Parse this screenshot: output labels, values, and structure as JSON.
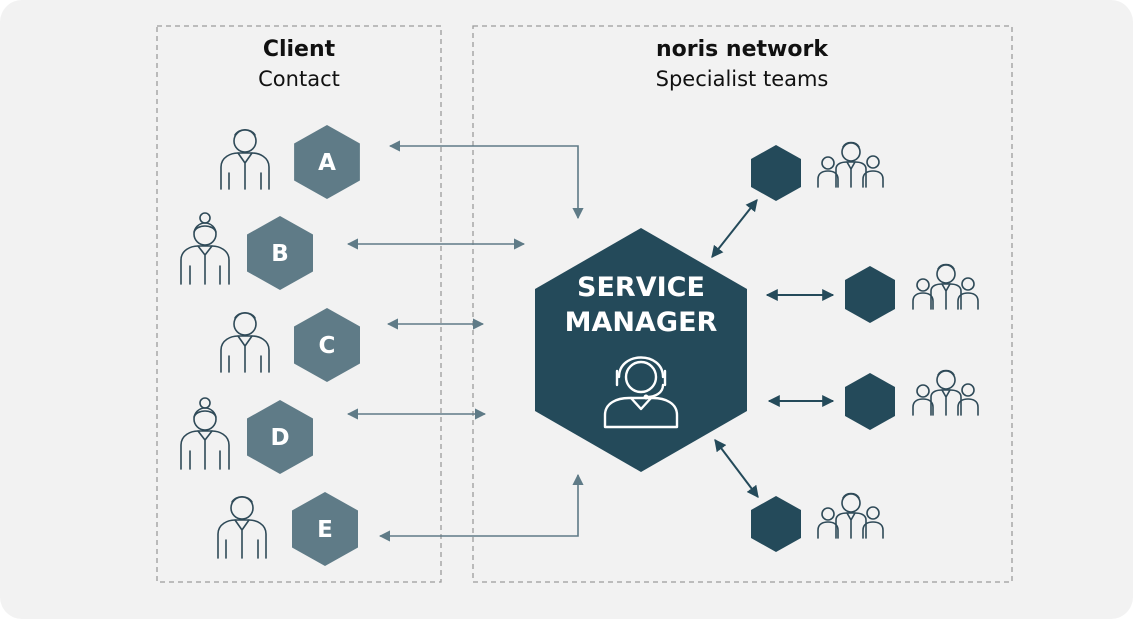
{
  "left_group": {
    "title": "Client",
    "subtitle": "Contact"
  },
  "right_group": {
    "title": "noris network",
    "subtitle": "Specialist teams"
  },
  "clients": [
    {
      "letter": "A",
      "icon": "male-person-icon"
    },
    {
      "letter": "B",
      "icon": "female-person-icon"
    },
    {
      "letter": "C",
      "icon": "male-person-icon"
    },
    {
      "letter": "D",
      "icon": "female-person-icon"
    },
    {
      "letter": "E",
      "icon": "male-person-icon"
    }
  ],
  "service_manager": {
    "line1": "SERVICE",
    "line2": "MANAGER",
    "icon": "headset-agent-icon"
  },
  "teams": [
    {
      "icon": "team-icon"
    },
    {
      "icon": "team-icon"
    },
    {
      "icon": "team-icon"
    },
    {
      "icon": "team-icon"
    }
  ],
  "colors": {
    "background": "#f2f2f2",
    "client_hex": "#5f7b87",
    "dark_hex": "#244a5a",
    "dashed_border": "#9c9c9c"
  }
}
